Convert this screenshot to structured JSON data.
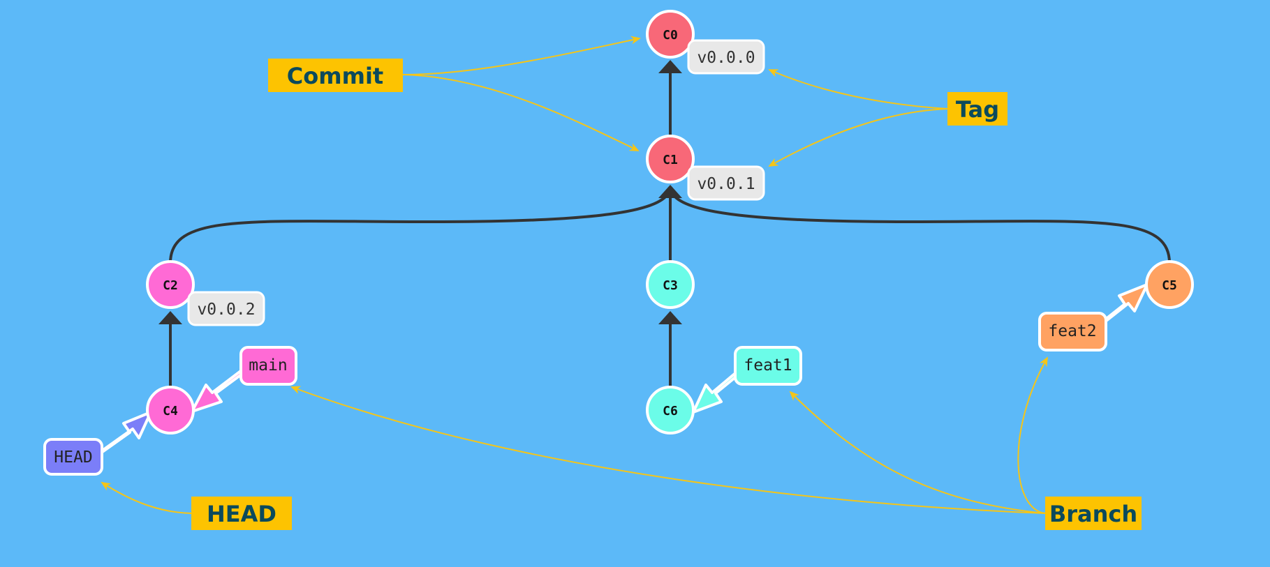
{
  "commits": [
    {
      "id": "C0",
      "label": "C0",
      "color": "#f86878"
    },
    {
      "id": "C1",
      "label": "C1",
      "color": "#f86878"
    },
    {
      "id": "C2",
      "label": "C2",
      "color": "#ff6ad5"
    },
    {
      "id": "C3",
      "label": "C3",
      "color": "#6bfce8"
    },
    {
      "id": "C4",
      "label": "C4",
      "color": "#ff6ad5"
    },
    {
      "id": "C5",
      "label": "C5",
      "color": "#ffa262"
    },
    {
      "id": "C6",
      "label": "C6",
      "color": "#6bfce8"
    }
  ],
  "tags": [
    {
      "commit": "C0",
      "label": "v0.0.0"
    },
    {
      "commit": "C1",
      "label": "v0.0.1"
    },
    {
      "commit": "C2",
      "label": "v0.0.2"
    }
  ],
  "refs": [
    {
      "id": "HEAD",
      "label": "HEAD",
      "color": "#7b7ef8"
    },
    {
      "id": "main",
      "label": "main",
      "color": "#ff6ad5"
    },
    {
      "id": "feat1",
      "label": "feat1",
      "color": "#6bfce8"
    },
    {
      "id": "feat2",
      "label": "feat2",
      "color": "#ffa262"
    }
  ],
  "annotations": [
    {
      "id": "commit",
      "label": "Commit"
    },
    {
      "id": "tag",
      "label": "Tag"
    },
    {
      "id": "head",
      "label": "HEAD"
    },
    {
      "id": "branch",
      "label": "Branch"
    }
  ],
  "colors": {
    "background": "#5cb9f8",
    "edge": "#333333",
    "annotation_fill": "#fdc301",
    "annotation_arrow": "#f5c518",
    "tag_fill": "#e8e8e8"
  }
}
